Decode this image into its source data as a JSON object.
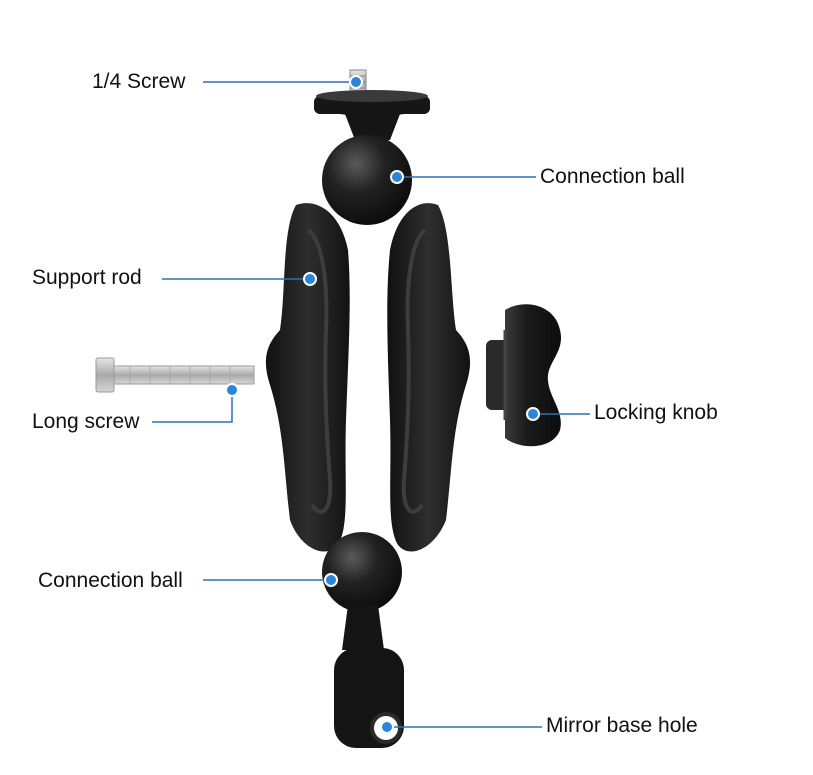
{
  "labels": {
    "quarter_screw": "1/4 Screw",
    "connection_ball_top": "Connection ball",
    "support_rod": "Support rod",
    "long_screw": "Long screw",
    "locking_knob": "Locking knob",
    "connection_ball_bottom": "Connection ball",
    "mirror_base_hole": "Mirror base hole"
  },
  "colors": {
    "leader_line": "#2f6fb4",
    "marker_dot": "#2b86d9",
    "part_black": "#1c1c1c",
    "screw_steel": "#c9c9c9"
  }
}
